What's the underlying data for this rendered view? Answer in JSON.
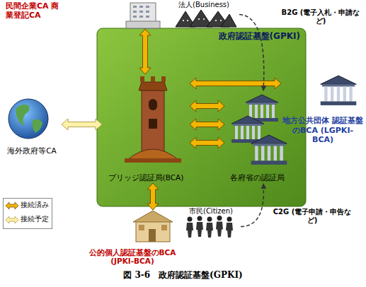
{
  "diagram": {
    "caption": "図 3-6　政府認証基盤(GPKI)",
    "nodes": [
      {
        "text": [
          "政府認証基盤(GPKI)"
        ]
      },
      {
        "text": [
          "ブリッジ認証局(BCA)"
        ],
        "in": 0
      },
      {
        "text": [
          "各府省の認証局"
        ],
        "in": 0
      },
      {
        "text": [
          "民間企業CA 商業登記CA"
        ]
      },
      {
        "text": [
          "法人(Business)"
        ]
      },
      {
        "text": [
          "地方公共団体 認証基盤のBCA (LGPKI-BCA)"
        ]
      },
      {
        "text": [
          "公的個人認証基盤のBCA (JPKI-BCA)"
        ]
      },
      {
        "text": [
          "市民(Citizen)"
        ]
      },
      {
        "text": [
          "海外政府等CA"
        ]
      }
    ],
    "edges": [
      {
        "from": 3,
        "to": 1,
        "arrow": "both"
      },
      {
        "from": 1,
        "to": 5,
        "arrow": "both"
      },
      {
        "from": 1,
        "to": 2,
        "arrow": "both"
      },
      {
        "from": 1,
        "to": 2,
        "arrow": "both"
      },
      {
        "from": 1,
        "to": 2,
        "arrow": "both"
      },
      {
        "from": 8,
        "to": 1,
        "arrow": "both"
      },
      {
        "from": 1,
        "to": 6,
        "arrow": "both"
      },
      {
        "from": 4,
        "to": 2,
        "arrow": "to",
        "label": "B2G (電子入札・申請など)"
      },
      {
        "from": 7,
        "to": 2,
        "arrow": "to",
        "label": "C2G (電子申請・申告など)"
      }
    ],
    "legend": [
      {
        "text": "接続済み"
      },
      {
        "text": "接続予定"
      }
    ]
  }
}
